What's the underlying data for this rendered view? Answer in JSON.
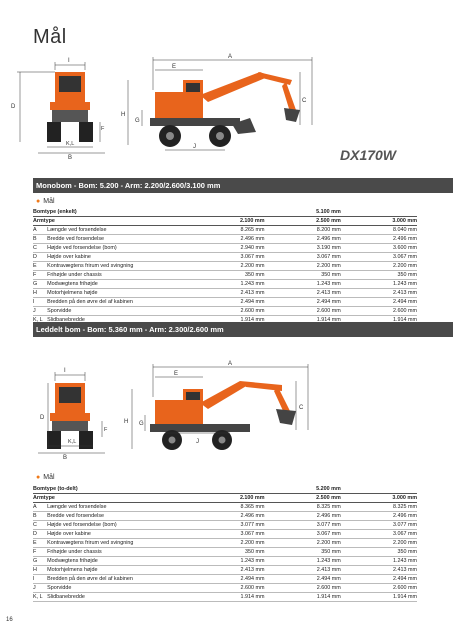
{
  "page": {
    "title": "Mål",
    "page_number": "16"
  },
  "logo": {
    "text": "DX170W"
  },
  "diagram_labels": {
    "A": "A",
    "B": "B",
    "C": "C",
    "D": "D",
    "E": "E",
    "F": "F",
    "G": "G",
    "H": "H",
    "I": "I",
    "J": "J",
    "KL": "K,L"
  },
  "colors": {
    "accent": "#f07a1a",
    "band": "#4a4a4a",
    "machine": "#e8641c"
  },
  "section1": {
    "band": "Monobom - Bom: 5.200 - Arm: 2.200/2.600/3.100 mm",
    "subhead": "Mål",
    "group": "Bomtype (enkelt)",
    "group_value": "5.100 mm",
    "head": {
      "label": "Armtype",
      "c1": "2.100 mm",
      "c2": "2.500 mm",
      "c3": "3.000 mm"
    },
    "rows": [
      {
        "k": "A",
        "label": "Længde ved forsendelse",
        "c1": "8.265 mm",
        "c2": "8.200 mm",
        "c3": "8.040 mm"
      },
      {
        "k": "B",
        "label": "Bredde ved forsendelse",
        "c1": "2.496 mm",
        "c2": "2.496 mm",
        "c3": "2.496 mm"
      },
      {
        "k": "C",
        "label": "Højde ved forsendelse (bom)",
        "c1": "2.940 mm",
        "c2": "3.190 mm",
        "c3": "3.600 mm"
      },
      {
        "k": "D",
        "label": "Højde over kabine",
        "c1": "3.067 mm",
        "c2": "3.067 mm",
        "c3": "3.067 mm"
      },
      {
        "k": "E",
        "label": "Kontravægtens frirum ved svingning",
        "c1": "2.200 mm",
        "c2": "2.200 mm",
        "c3": "2.200 mm"
      },
      {
        "k": "F",
        "label": "Frihøjde under chassis",
        "c1": "350 mm",
        "c2": "350 mm",
        "c3": "350 mm"
      },
      {
        "k": "G",
        "label": "Modvægtens frihøjde",
        "c1": "1.243 mm",
        "c2": "1.243 mm",
        "c3": "1.243 mm"
      },
      {
        "k": "H",
        "label": "Motorhjelmens højde",
        "c1": "2.413 mm",
        "c2": "2.413 mm",
        "c3": "2.413 mm"
      },
      {
        "k": "I",
        "label": "Bredden på den øvre del af kabinen",
        "c1": "2.494 mm",
        "c2": "2.494 mm",
        "c3": "2.494 mm"
      },
      {
        "k": "J",
        "label": "Sporvidde",
        "c1": "2.600 mm",
        "c2": "2.600 mm",
        "c3": "2.600 mm"
      },
      {
        "k": "K, L",
        "label": "Slidbanebredde",
        "c1": "1.914 mm",
        "c2": "1.914 mm",
        "c3": "1.914 mm"
      }
    ]
  },
  "section2": {
    "band": "Leddelt bom - Bom: 5.360 mm - Arm: 2.300/2.600 mm",
    "subhead": "Mål",
    "group": "Bomtype (to-delt)",
    "group_value": "5.200 mm",
    "head": {
      "label": "Armtype",
      "c1": "2.100 mm",
      "c2": "2.500 mm",
      "c3": "3.000 mm"
    },
    "rows": [
      {
        "k": "A",
        "label": "Længde ved forsendelse",
        "c1": "8.365 mm",
        "c2": "8.325 mm",
        "c3": "8.325 mm"
      },
      {
        "k": "B",
        "label": "Bredde ved forsendelse",
        "c1": "2.496 mm",
        "c2": "2.496 mm",
        "c3": "2.496 mm"
      },
      {
        "k": "C",
        "label": "Højde ved forsendelse (bom)",
        "c1": "3.077 mm",
        "c2": "3.077 mm",
        "c3": "3.077 mm"
      },
      {
        "k": "D",
        "label": "Højde over kabine",
        "c1": "3.067 mm",
        "c2": "3.067 mm",
        "c3": "3.067 mm"
      },
      {
        "k": "E",
        "label": "Kontravægtens frirum ved svingning",
        "c1": "2.200 mm",
        "c2": "2.200 mm",
        "c3": "2.200 mm"
      },
      {
        "k": "F",
        "label": "Frihøjde under chassis",
        "c1": "350 mm",
        "c2": "350 mm",
        "c3": "350 mm"
      },
      {
        "k": "G",
        "label": "Modvægtens frihøjde",
        "c1": "1.243 mm",
        "c2": "1.243 mm",
        "c3": "1.243 mm"
      },
      {
        "k": "H",
        "label": "Motorhjelmens højde",
        "c1": "2.413 mm",
        "c2": "2.413 mm",
        "c3": "2.413 mm"
      },
      {
        "k": "I",
        "label": "Bredden på den øvre del af kabinen",
        "c1": "2.494 mm",
        "c2": "2.494 mm",
        "c3": "2.494 mm"
      },
      {
        "k": "J",
        "label": "Sporvidde",
        "c1": "2.600 mm",
        "c2": "2.600 mm",
        "c3": "2.600 mm"
      },
      {
        "k": "K, L",
        "label": "Slidbanebredde",
        "c1": "1.914 mm",
        "c2": "1.914 mm",
        "c3": "1.914 mm"
      }
    ]
  }
}
